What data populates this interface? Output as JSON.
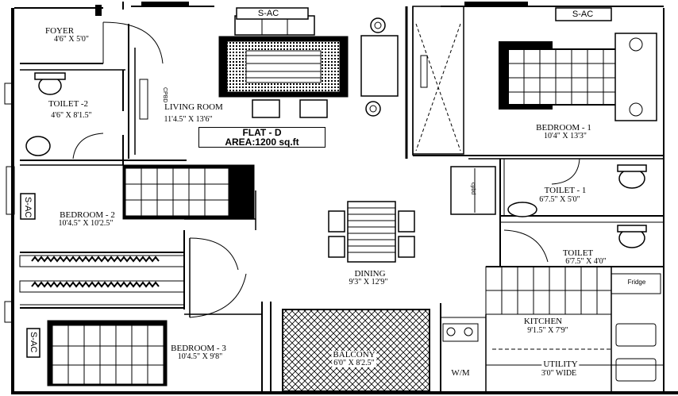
{
  "flat": {
    "title": "FLAT - D",
    "area": "AREA:1200 sq.ft"
  },
  "rooms": {
    "foyer": {
      "name": "FOYER",
      "dim": "4'6\" X 5'0\""
    },
    "toilet2": {
      "name": "TOILET -2",
      "dim": "4'6\" X 8'1.5\""
    },
    "living": {
      "name": "LIVING ROOM",
      "dim": "11'4.5\" X 13'6\""
    },
    "bedroom1": {
      "name": "BEDROOM - 1",
      "dim": "10'4\" X 13'3\""
    },
    "toilet1": {
      "name": "TOILET - 1",
      "dim": "6'7.5\" X 5'0\""
    },
    "toilet": {
      "name": "TOILET",
      "dim": "6'7.5\" X 4'0\""
    },
    "bedroom2": {
      "name": "BEDROOM - 2",
      "dim": "10'4.5\" X 10'2.5\""
    },
    "dining": {
      "name": "DINING",
      "dim": "9'3\" X 12'9\""
    },
    "kitchen": {
      "name": "KITCHEN",
      "dim": "9'1.5\" X 7'9\""
    },
    "bedroom3": {
      "name": "BEDROOM - 3",
      "dim": "10'4.5\" X 9'8\""
    },
    "balcony": {
      "name": "BALCONY",
      "dim": "6'0\" X 8'2.5\""
    },
    "utility": {
      "name": "UTILITY",
      "dim": "3'0\" WIDE"
    }
  },
  "fixtures": {
    "sac_top": "S-AC",
    "sac_right": "S-AC",
    "sac_left_mid": "S-AC",
    "sac_left_bottom": "S-AC",
    "fridge": "Fridge",
    "wm": "W/M",
    "cpbd_a": "CPBD",
    "cpbd_b": "cpbd"
  }
}
